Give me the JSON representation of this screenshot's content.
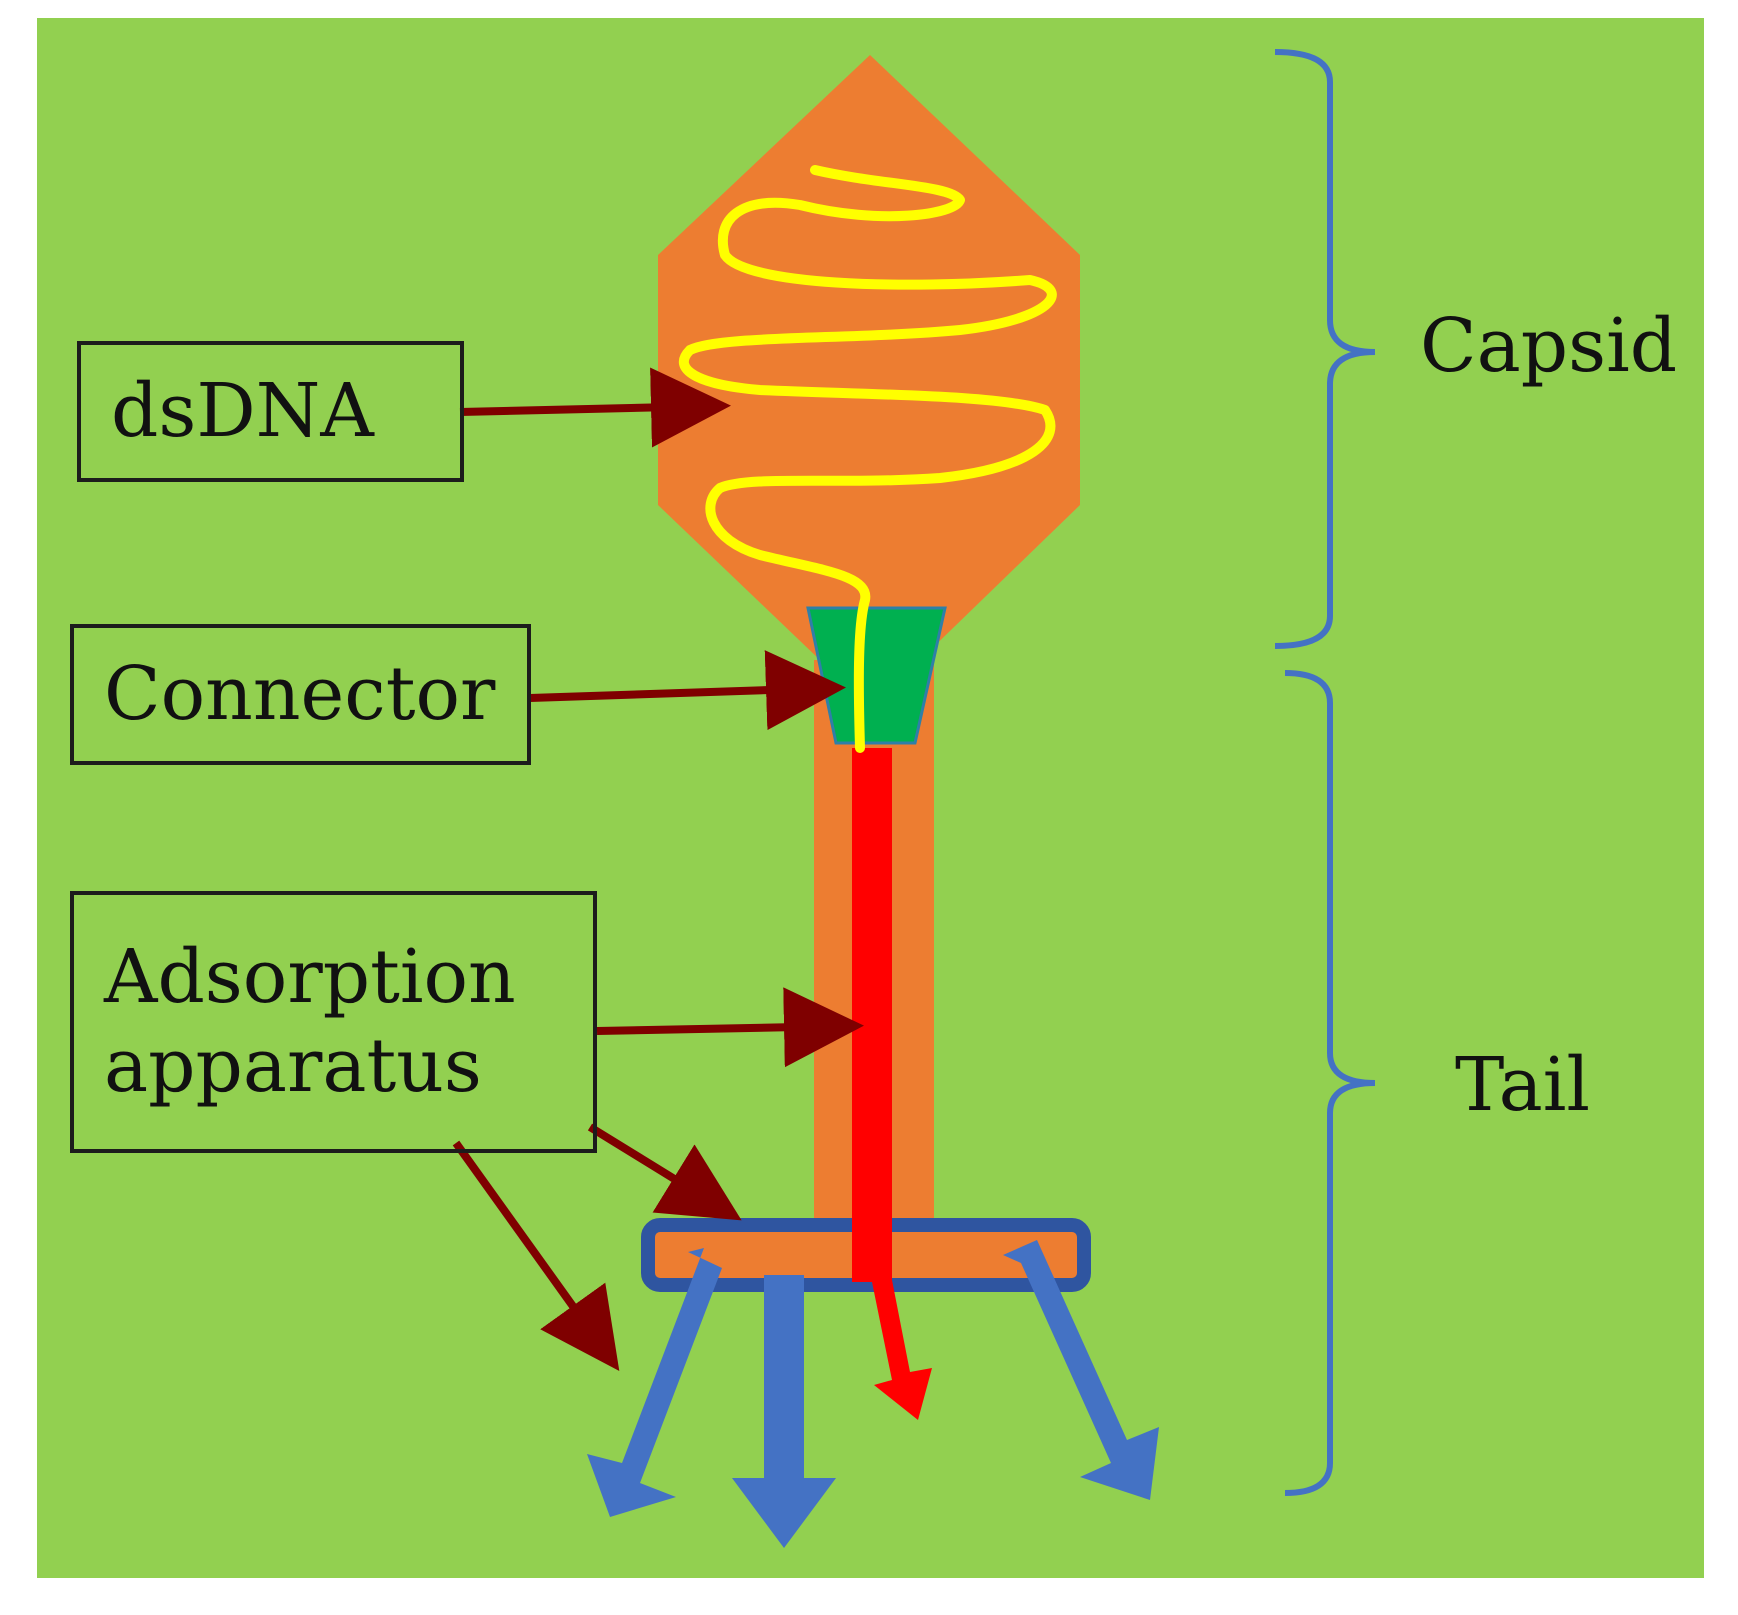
{
  "colors": {
    "background": "#92d050",
    "capsid_fill": "#ed7d31",
    "dna": "#ffff00",
    "connector": "#00b050",
    "tail_tube": "#ed7d31",
    "tail_core": "#ff0000",
    "baseplate_outline": "#2f55a0",
    "tail_fibers": "#4472c4",
    "pointer_arrows": "#7f0000",
    "braces": "#4472c4",
    "box_border": "#1c1c1c"
  },
  "labels": {
    "dsdna": "dsDNA",
    "connector": "Connector",
    "adsorption_line1": "Adsorption",
    "adsorption_line2": "apparatus",
    "capsid": "Capsid",
    "tail": "Tail"
  }
}
